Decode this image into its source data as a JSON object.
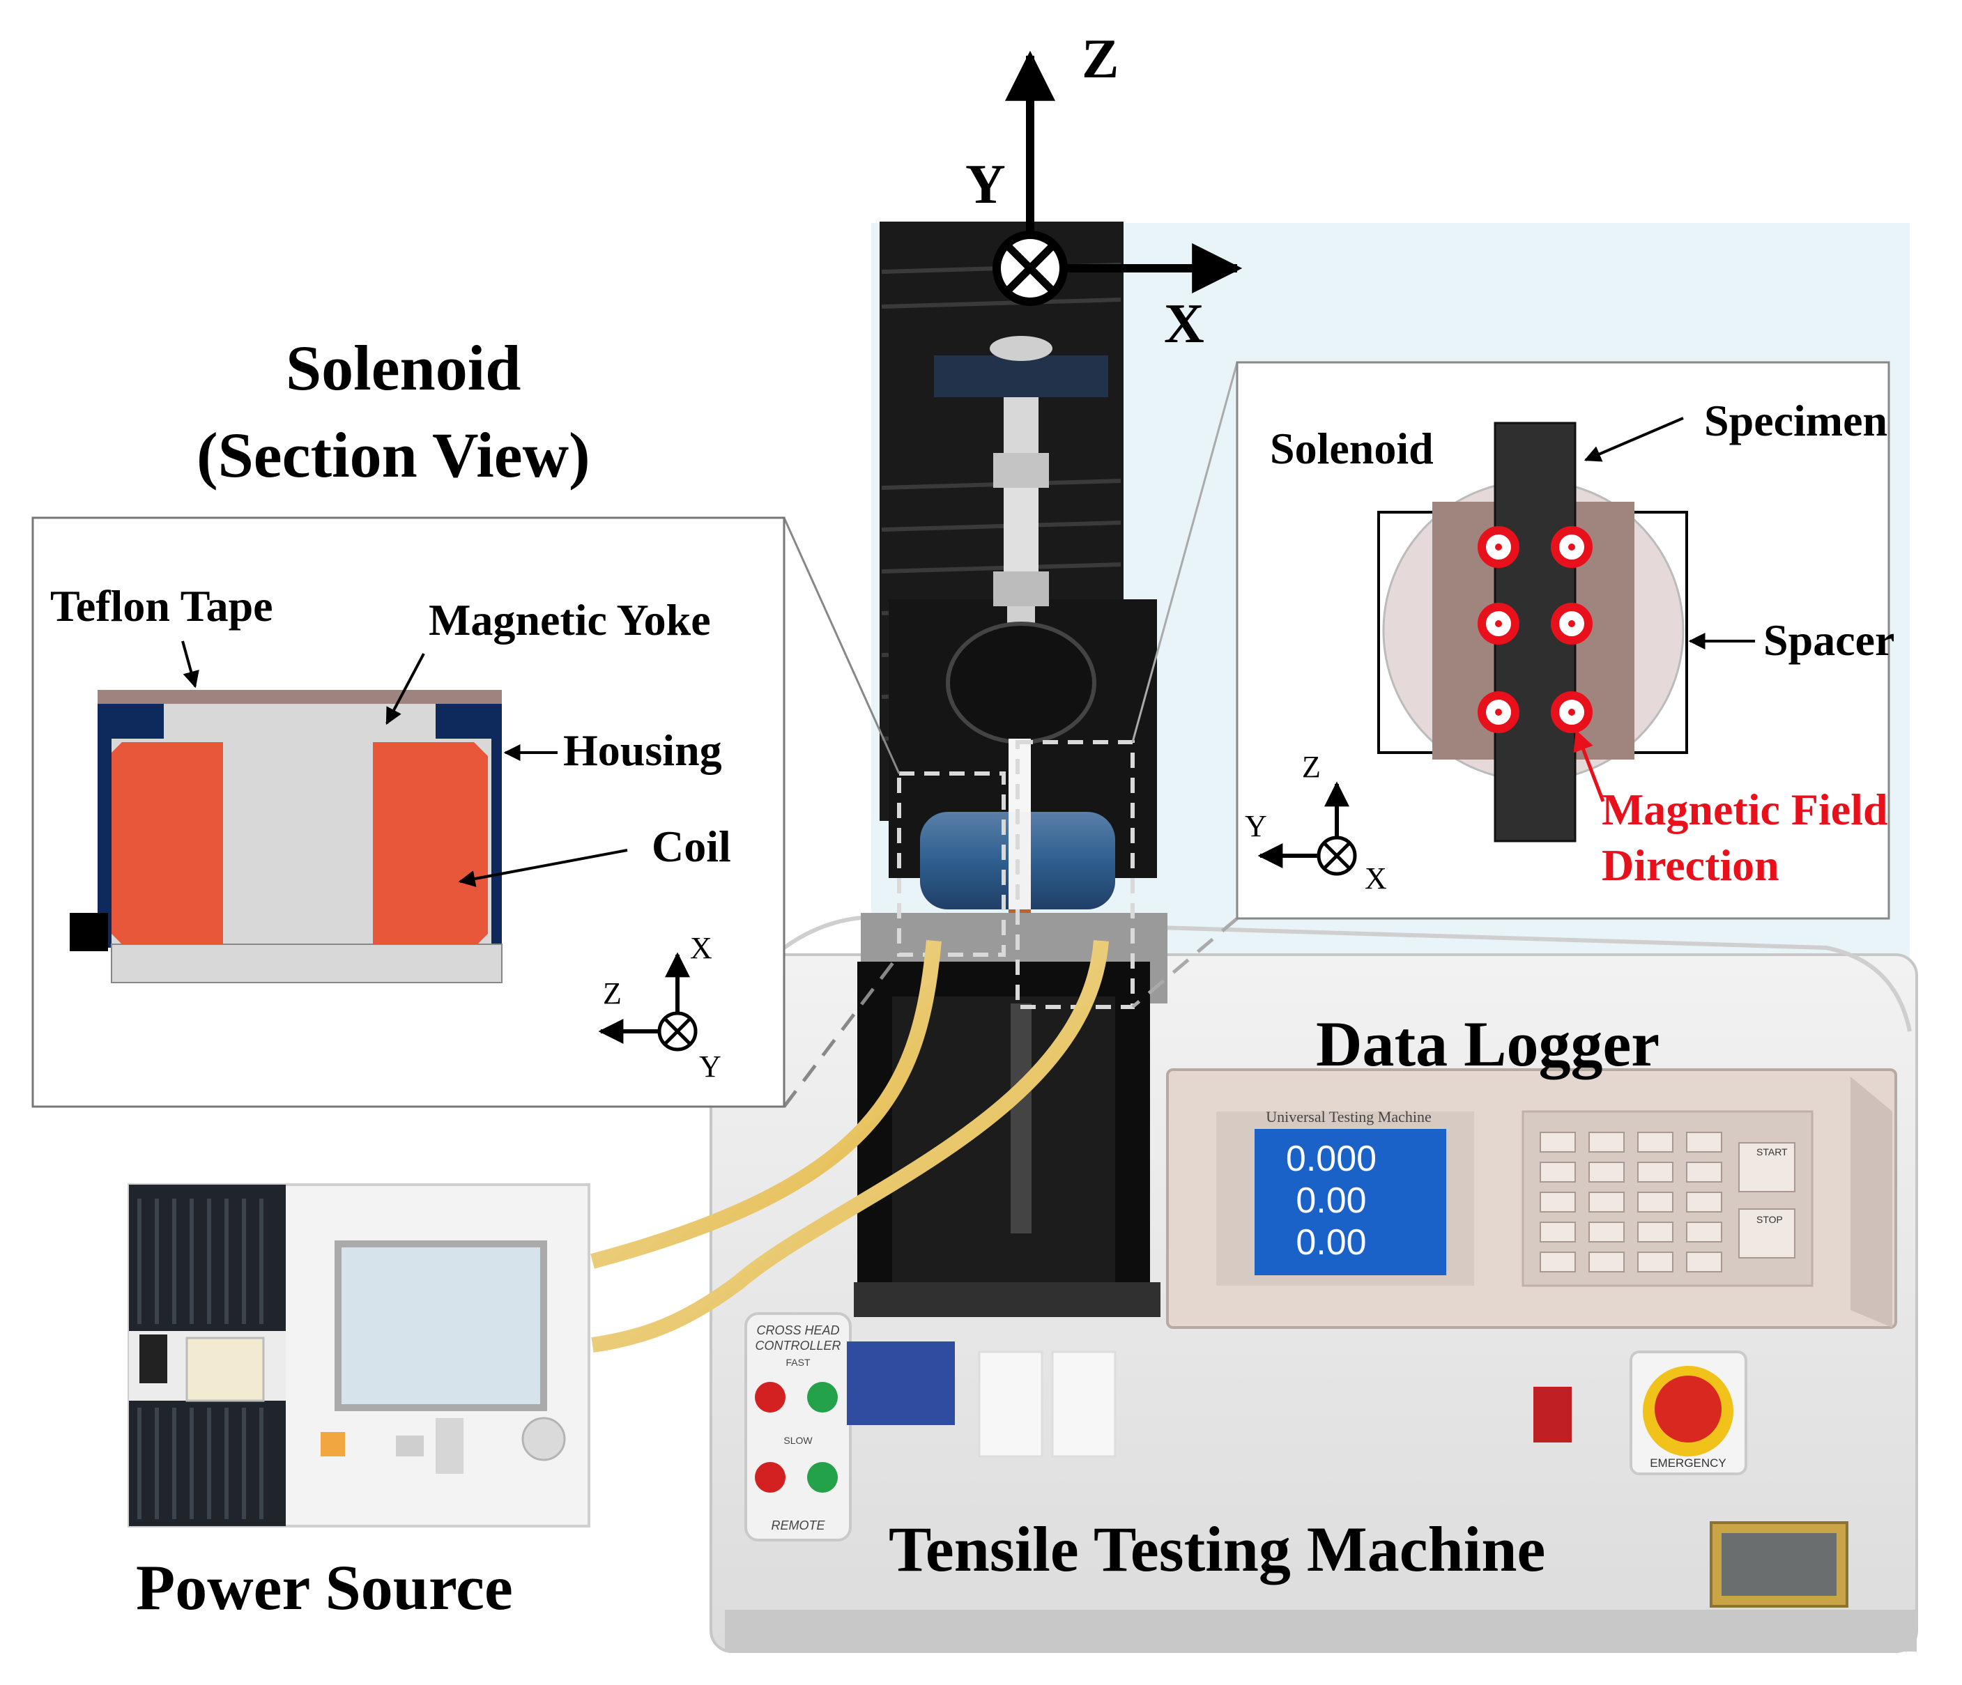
{
  "figure": {
    "top_axes": {
      "z": "Z",
      "y": "Y",
      "x": "X"
    },
    "solenoid_section": {
      "title_line1": "Solenoid",
      "title_line2": "(Section View)",
      "labels": {
        "teflon_tape": "Teflon Tape",
        "magnetic_yoke": "Magnetic Yoke",
        "housing": "Housing",
        "coil": "Coil"
      },
      "axes": {
        "x": "X",
        "z": "Z",
        "y": "Y"
      }
    },
    "specimen_detail": {
      "labels": {
        "solenoid": "Solenoid",
        "specimen": "Specimen",
        "spacer": "Spacer",
        "field_line1": "Magnetic Field",
        "field_line2": "Direction"
      },
      "axes": {
        "z": "Z",
        "y": "Y",
        "x": "X"
      }
    },
    "equipment": {
      "data_logger": "Data Logger",
      "power_source": "Power Source",
      "tensile_machine": "Tensile Testing Machine",
      "logger_header": "Universal Testing Machine",
      "readings": [
        "0.000",
        "0.00",
        "0.00"
      ],
      "controller_line1": "CROSS HEAD",
      "controller_line2": "CONTROLLER",
      "controller_fast": "FAST",
      "controller_slow": "SLOW",
      "controller_remote": "REMOTE",
      "emergency": "EMERGENCY",
      "logger_start": "START",
      "logger_stop": "STOP"
    },
    "colors": {
      "coil": "#e8573a",
      "yoke": "#d8d8d8",
      "housing": "#0e2a5c",
      "teflon": "#9e847e",
      "specimen": "#2f2f2f",
      "solenoid_body": "#a0857f",
      "spacer": "#e6d9d9",
      "field_marker": "#e8101a",
      "tube": "#e2b43a"
    }
  }
}
